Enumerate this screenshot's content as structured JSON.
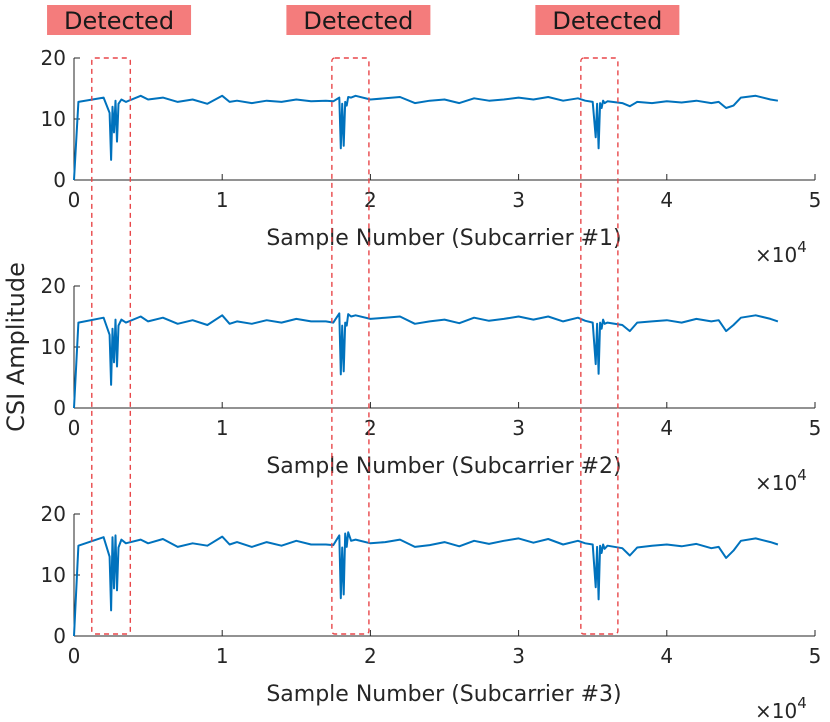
{
  "chart_data": {
    "type": "line",
    "ylabel": "CSI Amplitude",
    "x_multiplier": "×10",
    "x_multiplier_exp": "4",
    "xlim": [
      0,
      50000
    ],
    "ylim": [
      0,
      20
    ],
    "xticks": [
      0,
      10000,
      20000,
      30000,
      40000,
      50000
    ],
    "xtick_labels": [
      "0",
      "1",
      "2",
      "3",
      "4",
      "5"
    ],
    "yticks": [
      0,
      10,
      20
    ],
    "ytick_labels": [
      "0",
      "10",
      "20"
    ],
    "line_color": "#0072BD",
    "detection_label": "Detected",
    "detection_color": "#F47C7C",
    "detection_box_color": "#E8474A",
    "detections": [
      {
        "label": "Detected",
        "x_start": 1200,
        "x_end": 3800
      },
      {
        "label": "Detected",
        "x_start": 17400,
        "x_end": 19900
      },
      {
        "label": "Detected",
        "x_start": 34200,
        "x_end": 36700
      }
    ],
    "subplots": [
      {
        "xlabel": "Sample Number (Subcarrier #1)",
        "series": [
          {
            "values_x": [
              0,
              300,
              2000,
              2400,
              2500,
              2600,
              2700,
              2800,
              2900,
              3000,
              3200,
              3500,
              4500,
              5000,
              6000,
              7000,
              8000,
              9000,
              10000,
              10500,
              11000,
              12000,
              13000,
              14000,
              15000,
              16000,
              17000,
              17500,
              17900,
              18000,
              18100,
              18200,
              18300,
              18400,
              18500,
              18700,
              19000,
              20000,
              21000,
              22000,
              23000,
              24000,
              25000,
              26000,
              27000,
              28000,
              29000,
              30000,
              31000,
              32000,
              33000,
              34000,
              34500,
              35000,
              35200,
              35300,
              35400,
              35500,
              35600,
              35700,
              35800,
              36000,
              37000,
              37500,
              38000,
              39000,
              40000,
              41000,
              42000,
              43000,
              43500,
              44000,
              44500,
              45000,
              46000,
              47000,
              47500
            ],
            "values_y": [
              0,
              12.8,
              13.5,
              11.0,
              3.3,
              12.0,
              7.8,
              13.0,
              6.3,
              12.5,
              13.2,
              12.8,
              13.8,
              13.2,
              13.5,
              12.8,
              13.2,
              12.5,
              13.8,
              12.8,
              13.0,
              12.6,
              13.0,
              12.8,
              13.2,
              12.9,
              13.0,
              12.9,
              13.5,
              5.2,
              12.5,
              5.6,
              12.8,
              12.2,
              13.6,
              13.5,
              13.8,
              13.2,
              13.4,
              13.6,
              12.6,
              13.0,
              13.2,
              12.6,
              13.4,
              13.0,
              13.2,
              13.5,
              13.2,
              13.6,
              13.0,
              13.4,
              13.0,
              12.8,
              7.0,
              12.5,
              5.2,
              12.6,
              11.8,
              13.0,
              12.6,
              12.9,
              12.6,
              12.1,
              12.8,
              12.6,
              12.9,
              12.7,
              13.0,
              12.6,
              12.8,
              11.8,
              12.2,
              13.5,
              13.8,
              13.2,
              13.0
            ]
          }
        ]
      },
      {
        "xlabel": "Sample Number (Subcarrier #2)",
        "series": [
          {
            "values_x": [
              0,
              300,
              2000,
              2400,
              2500,
              2600,
              2700,
              2800,
              2900,
              3000,
              3200,
              3500,
              4500,
              5000,
              6000,
              7000,
              8000,
              9000,
              10000,
              10500,
              11000,
              12000,
              13000,
              14000,
              15000,
              16000,
              17000,
              17500,
              17900,
              18000,
              18100,
              18200,
              18300,
              18400,
              18500,
              18700,
              19000,
              20000,
              21000,
              22000,
              23000,
              24000,
              25000,
              26000,
              27000,
              28000,
              29000,
              30000,
              31000,
              32000,
              33000,
              34000,
              34500,
              35000,
              35200,
              35300,
              35400,
              35500,
              35600,
              35700,
              35800,
              36000,
              37000,
              37500,
              38000,
              39000,
              40000,
              41000,
              42000,
              43000,
              43500,
              44000,
              44500,
              45000,
              46000,
              47000,
              47500
            ],
            "values_y": [
              0,
              14.0,
              14.8,
              12.0,
              3.8,
              13.0,
              7.5,
              14.5,
              6.8,
              13.5,
              14.5,
              14.0,
              15.0,
              14.2,
              14.8,
              13.8,
              14.4,
              13.6,
              15.2,
              13.8,
              14.2,
              13.8,
              14.4,
              14.0,
              14.6,
              14.2,
              14.2,
              14.0,
              15.5,
              5.5,
              13.5,
              6.0,
              14.0,
              13.5,
              15.4,
              15.0,
              15.2,
              14.6,
              14.8,
              15.0,
              13.8,
              14.2,
              14.5,
              13.9,
              14.8,
              14.3,
              14.6,
              15.0,
              14.5,
              15.0,
              14.2,
              14.8,
              14.3,
              14.0,
              7.2,
              13.8,
              5.6,
              14.0,
              13.0,
              14.5,
              13.8,
              14.0,
              13.6,
              12.6,
              14.0,
              14.2,
              14.4,
              14.0,
              14.6,
              14.2,
              14.4,
              12.6,
              13.6,
              14.8,
              15.2,
              14.6,
              14.2
            ]
          }
        ]
      },
      {
        "xlabel": "Sample Number (Subcarrier #3)",
        "series": [
          {
            "values_x": [
              0,
              300,
              2000,
              2400,
              2500,
              2600,
              2700,
              2800,
              2900,
              3000,
              3200,
              3500,
              4500,
              5000,
              6000,
              7000,
              8000,
              9000,
              10000,
              10500,
              11000,
              12000,
              13000,
              14000,
              15000,
              16000,
              17000,
              17500,
              17900,
              18000,
              18100,
              18200,
              18300,
              18400,
              18500,
              18700,
              19000,
              20000,
              21000,
              22000,
              23000,
              24000,
              25000,
              26000,
              27000,
              28000,
              29000,
              30000,
              31000,
              32000,
              33000,
              34000,
              34500,
              35000,
              35200,
              35300,
              35400,
              35500,
              35600,
              35700,
              35800,
              36000,
              37000,
              37500,
              38000,
              39000,
              40000,
              41000,
              42000,
              43000,
              43500,
              44000,
              44500,
              45000,
              46000,
              47000,
              47500
            ],
            "values_y": [
              0,
              14.8,
              16.2,
              13.0,
              4.2,
              16.2,
              7.8,
              16.5,
              7.5,
              14.5,
              15.8,
              15.2,
              15.8,
              15.2,
              15.9,
              14.6,
              15.2,
              14.8,
              16.3,
              15.0,
              15.4,
              14.6,
              15.4,
              14.8,
              15.6,
              15.0,
              15.0,
              14.9,
              16.5,
              6.2,
              14.5,
              6.8,
              16.8,
              14.6,
              17.0,
              15.6,
              15.8,
              15.2,
              15.4,
              15.8,
              14.6,
              14.9,
              15.4,
              14.7,
              15.6,
              15.1,
              15.6,
              16.0,
              15.3,
              15.9,
              15.0,
              15.6,
              15.2,
              15.0,
              8.0,
              14.6,
              6.0,
              14.8,
              13.6,
              15.0,
              14.3,
              14.8,
              14.4,
              13.2,
              14.5,
              14.8,
              15.0,
              14.7,
              15.1,
              14.4,
              14.6,
              12.8,
              14.0,
              15.6,
              16.0,
              15.4,
              15.0
            ]
          }
        ]
      }
    ]
  }
}
